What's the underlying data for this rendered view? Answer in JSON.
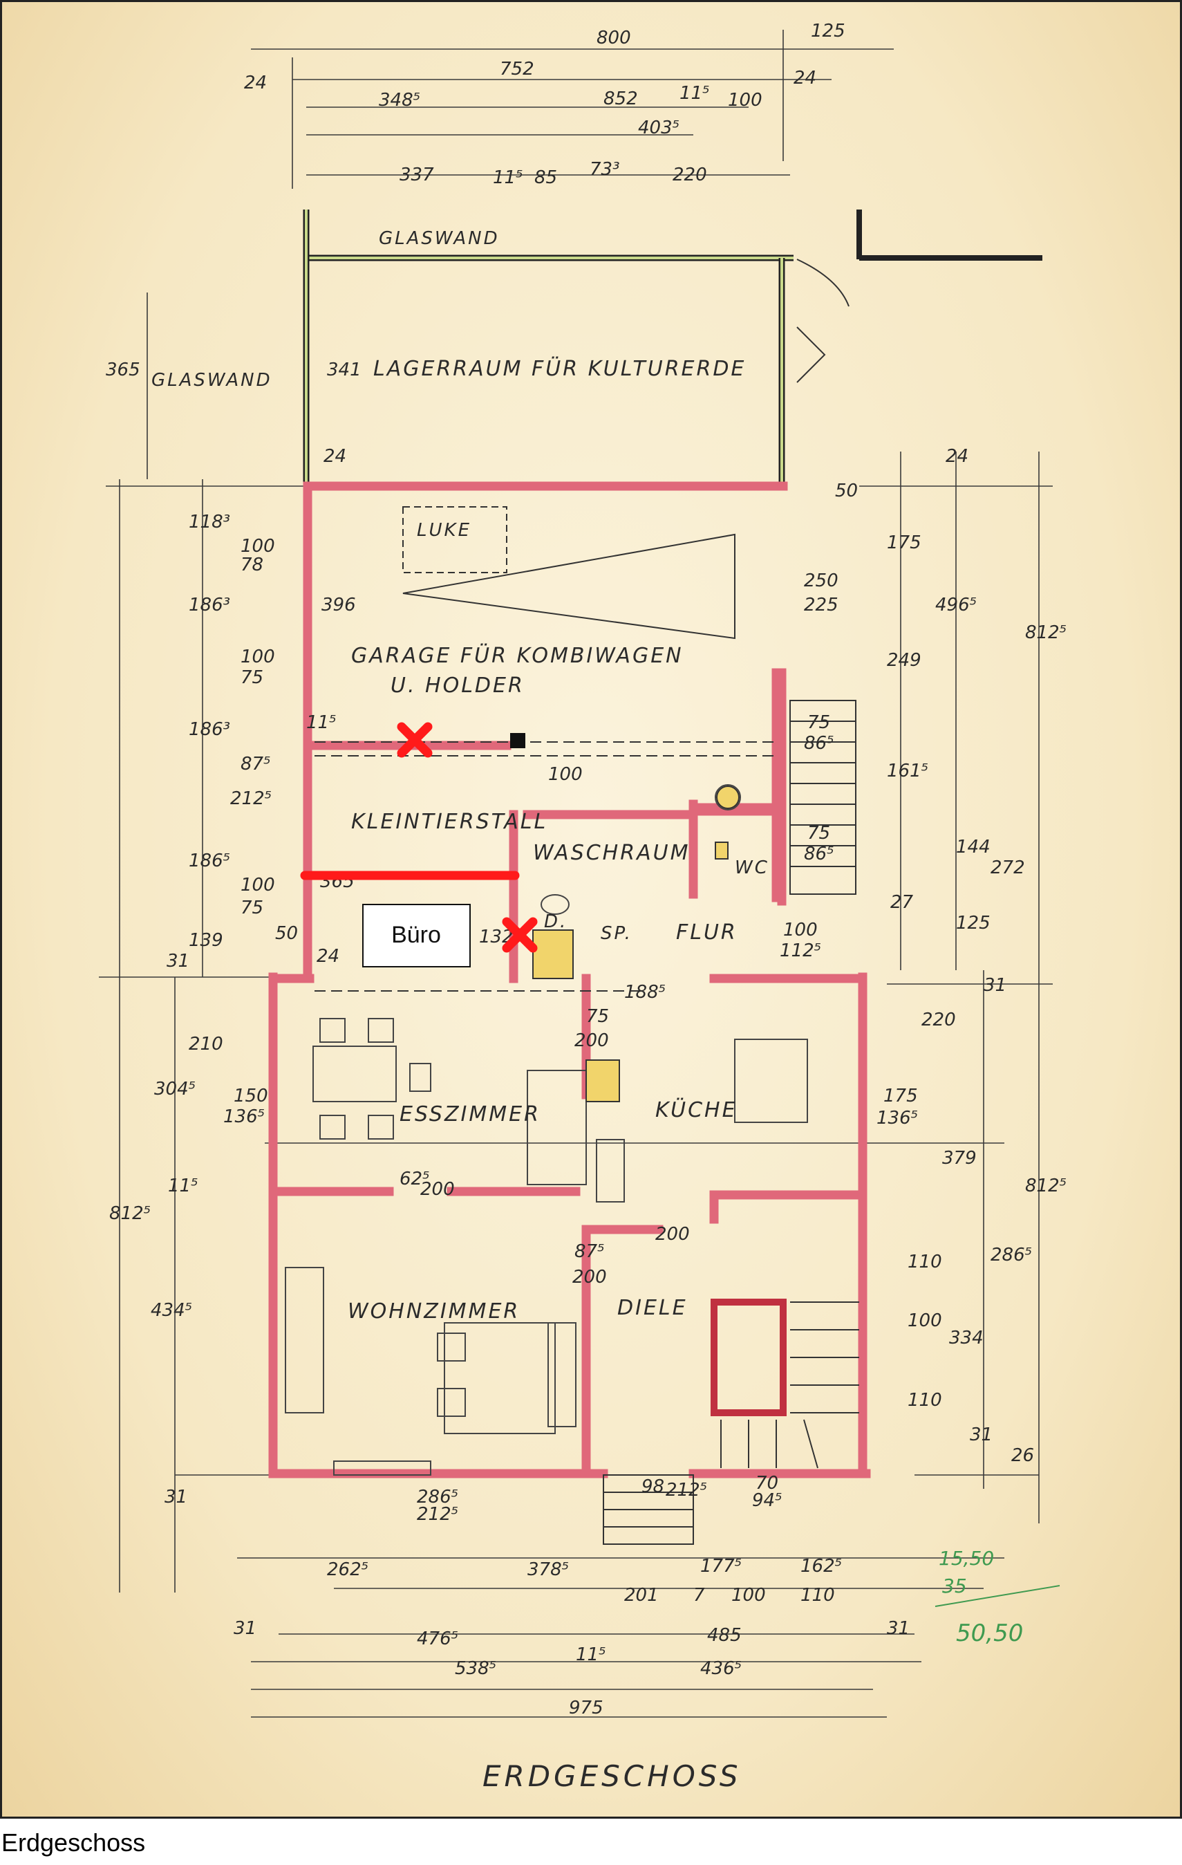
{
  "figure": {
    "caption": "Erdgeschoss",
    "plan_title": "ERDGESCHOSS",
    "annotation_label": "Büro",
    "annotation_color": "#ff1a1a",
    "wall_color": "#e0687a",
    "paper_color": "#f7ebca"
  },
  "rooms": {
    "storage": "LAGERRAUM FÜR KULTURERDE",
    "garage_line1": "GARAGE FÜR KOMBIWAGEN",
    "garage_line2": "U. HOLDER",
    "small_animal_stall": "KLEINTIERSTALL",
    "laundry": "WASCHRAUM",
    "hall": "FLUR",
    "pantry": "SP.",
    "shower": "D.",
    "wc": "WC",
    "dining": "ESSZIMMER",
    "kitchen": "KÜCHE",
    "living": "WOHNZIMMER",
    "foyer": "DIELE",
    "hatch": "LUKE",
    "glass_wall_top": "GLASWAND",
    "glass_wall_left": "GLASWAND"
  },
  "dimensions": {
    "top": [
      "800",
      "125",
      "24",
      "752",
      "24",
      "348⁵",
      "852",
      "11⁵",
      "100",
      "403⁵",
      "337",
      "11⁵",
      "85",
      "73³",
      "220"
    ],
    "left": [
      "365",
      "341",
      "24",
      "118³",
      "100",
      "78",
      "186³",
      "396",
      "100",
      "75",
      "186³",
      "11⁵",
      "87⁵",
      "212⁵",
      "186⁵",
      "100",
      "75",
      "365",
      "50",
      "139",
      "24",
      "31",
      "210",
      "304⁵",
      "150",
      "136⁵",
      "812⁵",
      "11⁵",
      "434⁵",
      "31"
    ],
    "right": [
      "24",
      "50",
      "175",
      "496⁵",
      "812⁵",
      "250",
      "225",
      "249",
      "161⁵",
      "144",
      "272",
      "125",
      "27",
      "31",
      "220",
      "175",
      "136⁵",
      "379",
      "812⁵",
      "286⁵",
      "110",
      "100",
      "334",
      "110",
      "31",
      "26"
    ],
    "interior": [
      "75",
      "86⁵",
      "100",
      "75",
      "86⁵",
      "100",
      "112⁵",
      "75",
      "200",
      "62⁵",
      "200",
      "87⁵",
      "200",
      "200",
      "98",
      "212⁵",
      "70",
      "94⁵",
      "286⁵",
      "212⁵",
      "132",
      "188⁵"
    ],
    "bottom": [
      "262⁵",
      "378⁵",
      "177⁵",
      "162⁵",
      "201",
      "7",
      "100",
      "110",
      "31",
      "476⁵",
      "485",
      "31",
      "538⁵",
      "11⁵",
      "436⁵",
      "975"
    ],
    "notes_green": [
      "15,50",
      "35",
      "50,50"
    ]
  }
}
